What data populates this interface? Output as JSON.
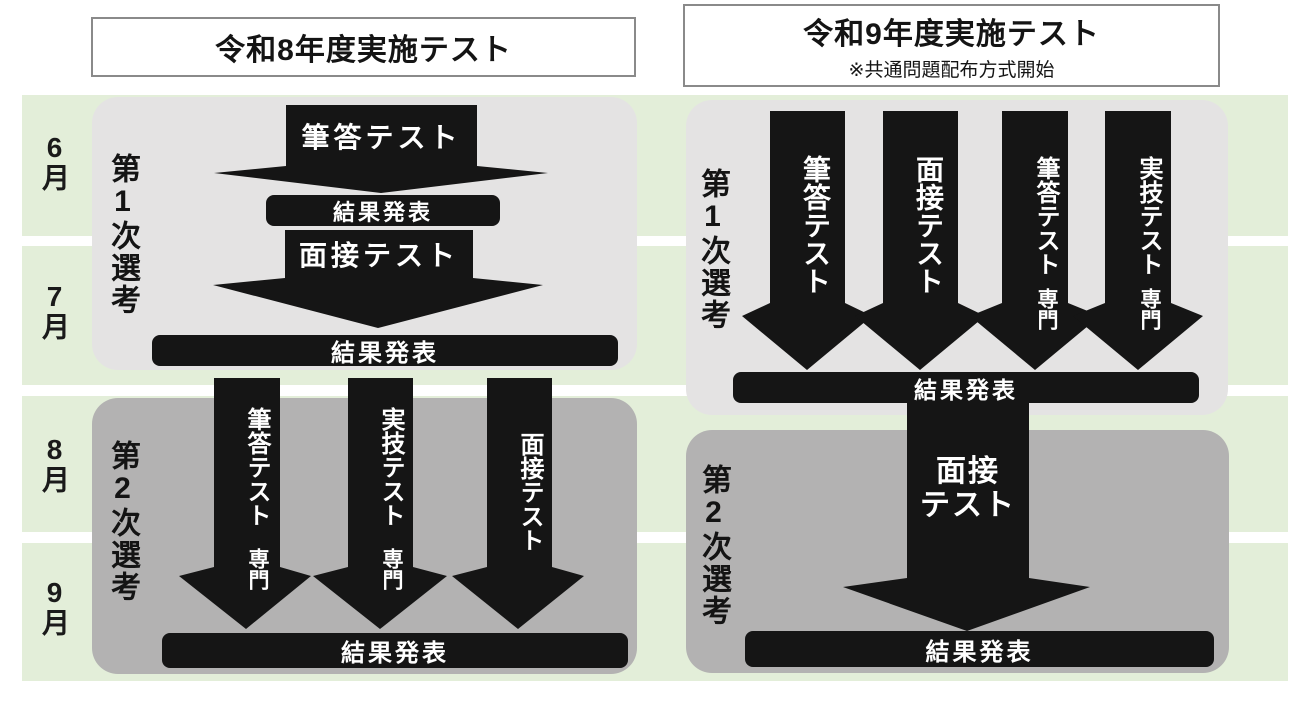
{
  "colors": {
    "band_green": "#e3eed9",
    "panel_light_gray": "#e4e3e3",
    "panel_dark_gray": "#b3b2b2",
    "shape_black": "#151515",
    "header_border_gray": "#8a8a8a"
  },
  "headers": {
    "left_title": "令和8年度実施テスト",
    "right_title": "令和9年度実施テスト",
    "right_subtitle": "※共通問題配布方式開始"
  },
  "months": [
    {
      "label": "6月"
    },
    {
      "label": "7月"
    },
    {
      "label": "8月"
    },
    {
      "label": "9月"
    }
  ],
  "left": {
    "stage1": {
      "label": "第1次選考",
      "arrow1": "筆答テスト",
      "result1": "結果発表",
      "arrow2": "面接テスト",
      "result2": "結果発表"
    },
    "stage2": {
      "label": "第2次選考",
      "arrows": [
        {
          "main": "筆答テスト",
          "sub": "専門"
        },
        {
          "main": "実技テスト",
          "sub": "専門"
        },
        {
          "main": "面接テスト",
          "sub": ""
        }
      ],
      "result": "結果発表"
    }
  },
  "right": {
    "stage1": {
      "label": "第1次選考",
      "arrows": [
        {
          "main": "筆答テスト",
          "sub": ""
        },
        {
          "main": "面接テスト",
          "sub": ""
        },
        {
          "main": "筆答テスト",
          "sub": "専門"
        },
        {
          "main": "実技テスト",
          "sub": "専門"
        }
      ],
      "result": "結果発表"
    },
    "stage2": {
      "label": "第2次選考",
      "arrow_line1": "面接",
      "arrow_line2": "テスト",
      "result": "結果発表"
    }
  }
}
